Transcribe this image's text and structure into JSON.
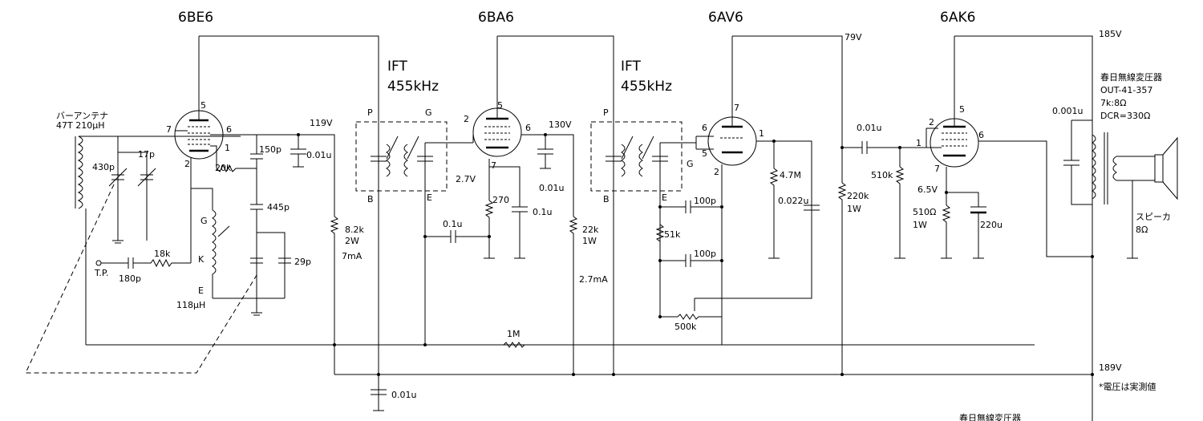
{
  "tubes": {
    "converter": "6BE6",
    "if_amp": "6BA6",
    "detector": "6AV6",
    "output": "6AK6"
  },
  "ift": {
    "first_title": "IFT",
    "first_freq": "455kHz",
    "second_title": "IFT",
    "second_freq": "455kHz"
  },
  "pins": {
    "p5": "5",
    "p7": "7",
    "p6": "6",
    "p1": "1",
    "p2": "2",
    "b5": "5",
    "b6": "6",
    "b2": "2",
    "b7": "7",
    "d7": "7",
    "d6": "6",
    "d5": "5",
    "d1": "1",
    "d2": "2",
    "o5": "5",
    "o2": "2",
    "o1": "1",
    "o6": "6",
    "o7": "7"
  },
  "ift_pins": {
    "P": "P",
    "G": "G",
    "B": "B",
    "E": "E"
  },
  "voltages": {
    "v119": "119V",
    "v130": "130V",
    "v79": "79V",
    "v185": "185V",
    "v189": "189V",
    "v27": "2.7V",
    "v65": "6.5V",
    "i7": "7mA",
    "i27": "2.7mA"
  },
  "components": {
    "bar_antenna": "バーアンテナ",
    "antenna_spec": "47T 210μH",
    "c430p": "430p",
    "c17p": "17p",
    "r20k": "20k",
    "c150p": "150p",
    "c001u_a": "0.01u",
    "c445p": "445p",
    "c29p": "29p",
    "osc_g": "G",
    "osc_k": "K",
    "osc_e": "E",
    "osc_coil": "118μH",
    "tp": "T.P.",
    "c180p": "180p",
    "r18k": "18k",
    "r82k": "8.2k",
    "r82k_w": "2W",
    "c001u_b": "0.01u",
    "r270": "270",
    "c01u_a": "0.1u",
    "c01u_b": "0.1u",
    "r22k": "22k",
    "r22k_w": "1W",
    "r1m": "1M",
    "c001u_c": "0.01u",
    "c100p_a": "100p",
    "c100p_b": "100p",
    "r51k": "51k",
    "vr500k": "500k",
    "r47m": "4.7M",
    "c0022u": "0.022u",
    "r220k": "220k",
    "r220k_w": "1W",
    "c001u_d": "0.01u",
    "r510k": "510k",
    "r510": "510Ω",
    "r510_w": "1W",
    "c220u": "220u",
    "c0001u": "0.001u",
    "trans_title": "春日無線変圧器",
    "trans_model": "OUT-41-357",
    "trans_imp": "7k:8Ω",
    "trans_dcr": "DCR=330Ω",
    "speaker": "スピーカ",
    "speaker_imp": "8Ω",
    "note": "*電圧は実測値",
    "bottom_cut": "春日無線変圧器"
  }
}
